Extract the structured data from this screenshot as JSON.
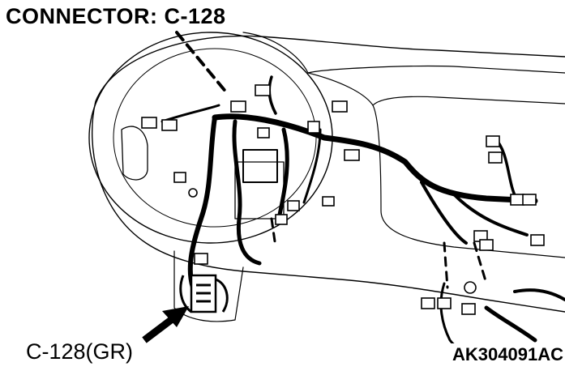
{
  "diagram": {
    "title": "CONNECTOR: C-128",
    "callout_label": "C-128(GR)",
    "figure_code": "AK304091AC"
  },
  "colors": {
    "line": "#000000",
    "background": "#ffffff"
  }
}
